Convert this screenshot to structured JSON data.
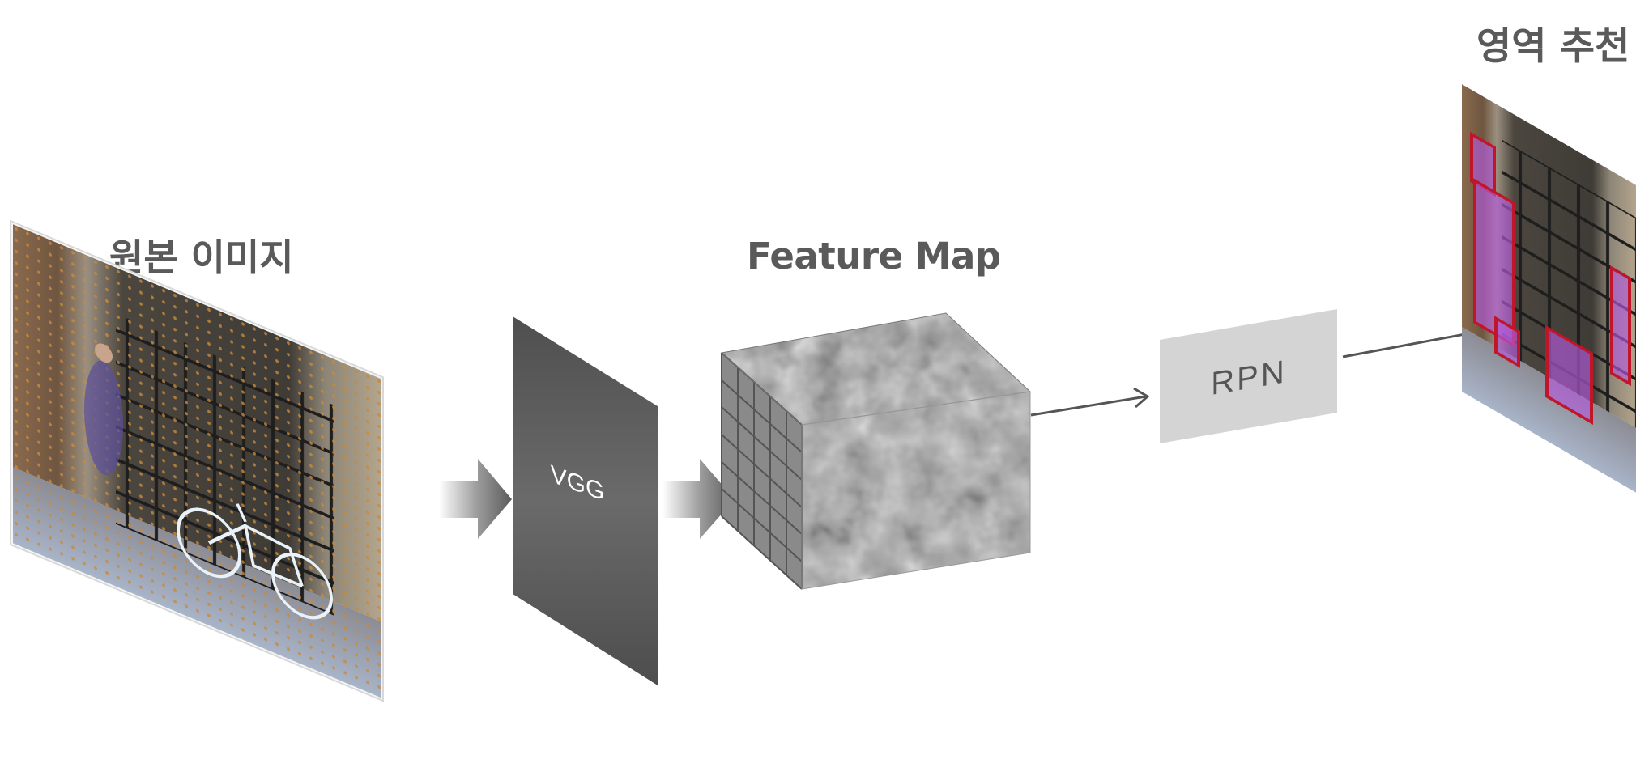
{
  "labels": {
    "original_image": "원본 이미지",
    "feature_map": "Feature Map",
    "region_proposal": "영역 추천"
  },
  "blocks": {
    "vgg": "VGG",
    "rpn": "RPN"
  },
  "colors": {
    "label_text": "#5a5a5a",
    "vgg_panel": "#5c5c5c",
    "rpn_box": "#d4d4d4",
    "proposal_box": "#c0162a",
    "proposal_fill": "#b45adc",
    "grid_dot": "#c98a3a"
  }
}
